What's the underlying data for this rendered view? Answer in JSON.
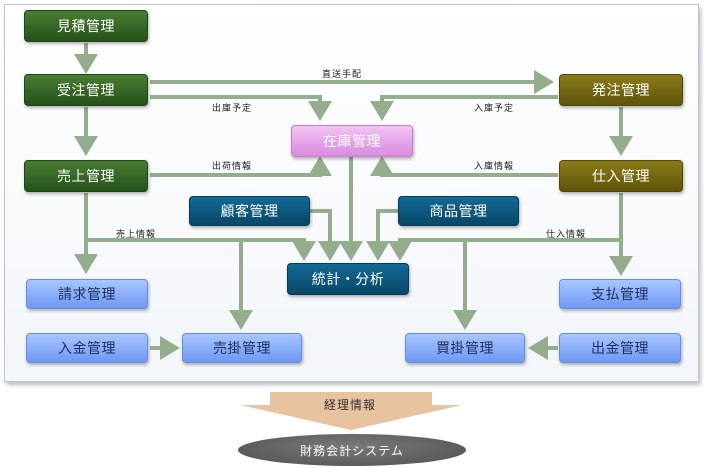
{
  "modules": {
    "estimate": "見積管理",
    "order_receive": "受注管理",
    "sales": "売上管理",
    "billing": "請求管理",
    "receipt": "入金管理",
    "receivables": "売掛管理",
    "inventory": "在庫管理",
    "customer": "顧客管理",
    "product": "商品管理",
    "stats": "統計・分析",
    "purchase_order": "発注管理",
    "purchase": "仕入管理",
    "payment_plan": "支払管理",
    "payables": "買掛管理",
    "payment_out": "出金管理"
  },
  "flow_labels": {
    "direct_shipping": "直送手配",
    "shipping_plan": "出庫予定",
    "receiving_plan": "入庫予定",
    "shipment_info": "出荷情報",
    "receiving_info": "入庫情報",
    "sales_info": "売上情報",
    "purchase_info": "仕入情報"
  },
  "accounting": {
    "arrow_label": "経理情報",
    "system": "財務会計システム"
  },
  "colors": {
    "connector": "#94ad8c",
    "accounting_arrow": "#e8c3a0"
  }
}
